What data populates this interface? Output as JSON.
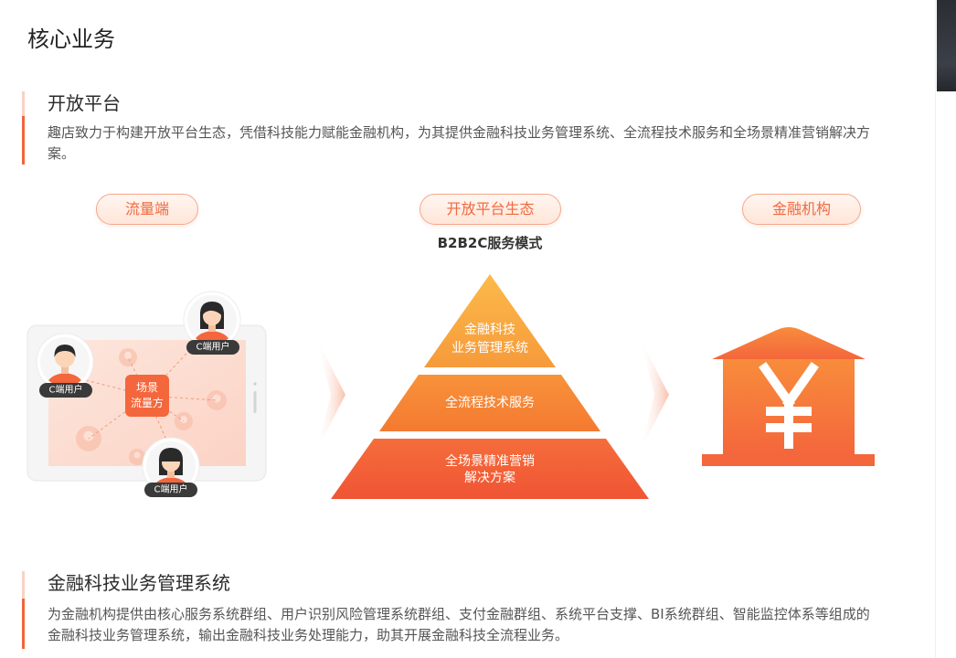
{
  "page": {
    "title": "核心业务"
  },
  "open_platform": {
    "heading": "开放平台",
    "description": "趣店致力于构建开放平台生态，凭借科技能力赋能金融机构，为其提供金融科技业务管理系统、全流程技术服务和全场景精准营销解决方案。"
  },
  "diagram": {
    "pills": {
      "traffic_side": "流量端",
      "ecosystem": "开放平台生态",
      "institutions": "金融机构"
    },
    "model_caption": "B2B2C服务模式",
    "traffic": {
      "hub_line1": "场景",
      "hub_line2": "流量方",
      "user_labels": [
        "C端用户",
        "C端用户",
        "C端用户"
      ]
    },
    "pyramid": {
      "tier1": [
        "金融科技",
        "业务管理系统"
      ],
      "tier2": [
        "全流程技术服务"
      ],
      "tier3": [
        "全场景精准营销",
        "解决方案"
      ]
    }
  },
  "fintech_system": {
    "heading": "金融科技业务管理系统",
    "description": "为金融机构提供由核心服务系统群组、用户识别风险管理系统群组、支付金融群组、系统平台支撑、BI系统群组、智能监控体系等组成的金融科技业务管理系统，输出金融科技业务处理能力，助其开展金融科技全流程业务。"
  },
  "icons": {
    "device": "tablet-icon",
    "user": "user-avatar-icon",
    "flow_arrow": "chevron-right-icon",
    "institution": "bank-yen-icon"
  },
  "colors": {
    "accent": "#f0643c",
    "accent_soft": "#f7d3c4",
    "pill_text": "#f06a3f",
    "pill_border": "#f5a88b",
    "tier1_top": "#fcba4a",
    "tier1_bottom": "#f69a3b",
    "tier2_top": "#f8923a",
    "tier2_bottom": "#f47a31",
    "tier3_top": "#f56d3b",
    "tier3_bottom": "#f05434",
    "bank_top": "#f88c3b",
    "bank_bottom": "#f4663c",
    "hub": "#f4663c",
    "screen": "#fbd3c5",
    "label_bg": "#3a3a3a"
  }
}
